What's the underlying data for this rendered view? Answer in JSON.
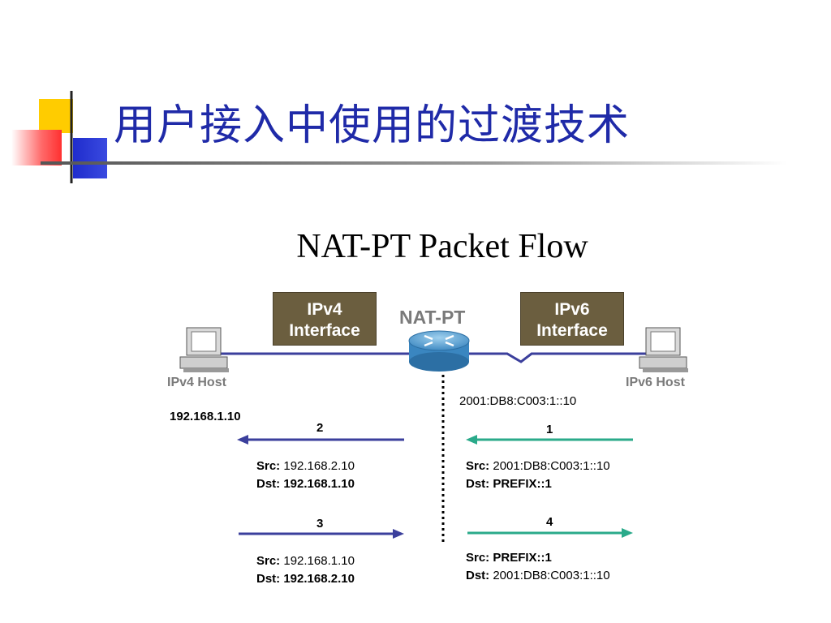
{
  "slide": {
    "title": "用户接入中使用的过渡技术"
  },
  "diagram": {
    "title": "NAT-PT Packet Flow",
    "ipv4_interface": [
      "IPv4",
      "Interface"
    ],
    "ipv6_interface": [
      "IPv6",
      "Interface"
    ],
    "router_label": "NAT-PT",
    "ipv4_host": {
      "label": "IPv4 Host",
      "address": "192.168.1.10"
    },
    "ipv6_host": {
      "label": "IPv6 Host",
      "address": "2001:DB8:C003:1::10"
    },
    "packets": [
      {
        "step": "1",
        "src_label": "Src:",
        "src": "2001:DB8:C003:1::10",
        "dst_label": "Dst:",
        "dst": "PREFIX::1"
      },
      {
        "step": "2",
        "src_label": "Src:",
        "src": "192.168.2.10",
        "dst_label": "Dst:",
        "dst": "192.168.1.10"
      },
      {
        "step": "3",
        "src_label": "Src:",
        "src": "192.168.1.10",
        "dst_label": "Dst:",
        "dst": "192.168.2.10"
      },
      {
        "step": "4",
        "src_label": "Src:",
        "src": "PREFIX::1",
        "dst_label": "Dst:",
        "dst": "2001:DB8:C003:1::10"
      }
    ]
  },
  "colors": {
    "title": "#1f2aa8",
    "ipv4_arrow": "#3b3f9c",
    "ipv6_arrow": "#2aaa8a",
    "interface_box": "#6b5e3f",
    "deco_yellow": "#ffcc00",
    "deco_red": "#ff4444",
    "deco_blue": "#2233cc"
  }
}
